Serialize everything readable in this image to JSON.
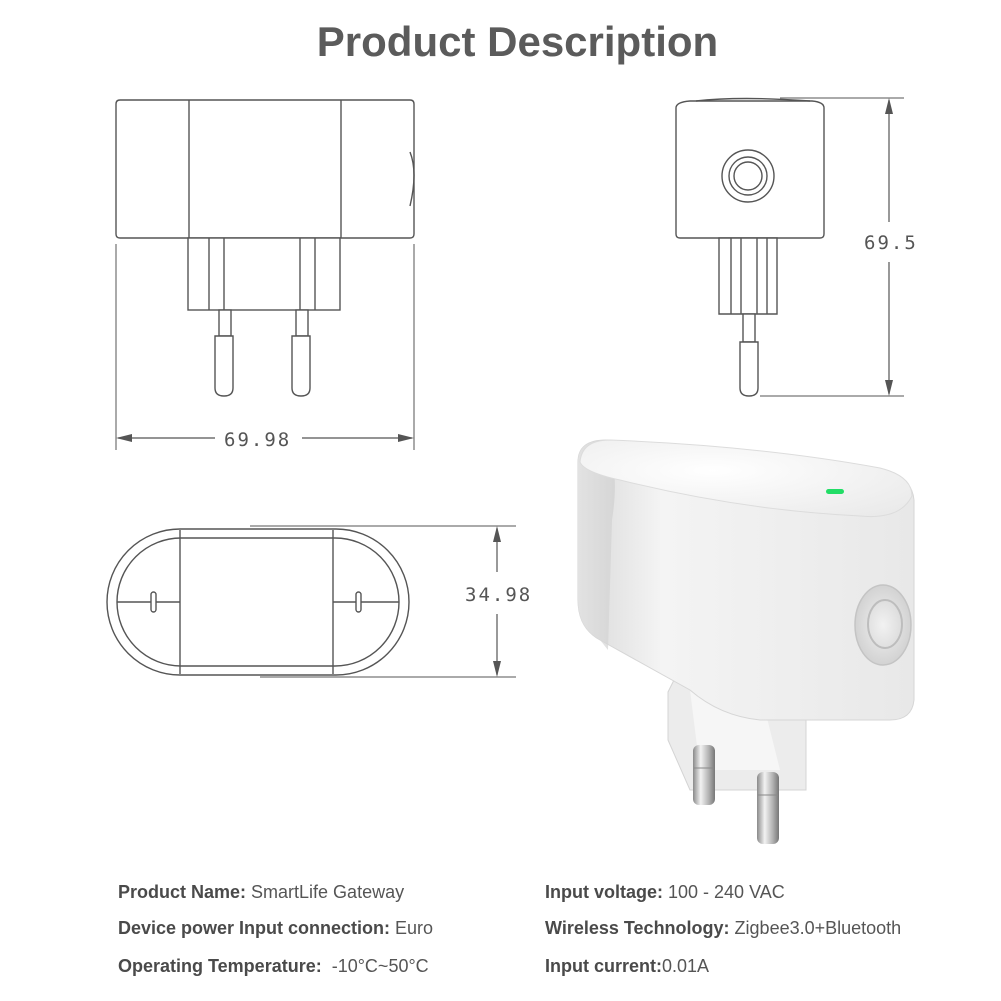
{
  "title": "Product Description",
  "dimensions": {
    "width": "69.98",
    "height": "69.5",
    "depth": "34.98"
  },
  "specs": [
    {
      "label": "Product Name:",
      "value": " SmartLife Gateway"
    },
    {
      "label": "Input voltage:",
      "value": " 100 - 240 VAC"
    },
    {
      "label": "Device power Input connection:",
      "value": " Euro"
    },
    {
      "label": "Wireless Technology:",
      "value": " Zigbee3.0+Bluetooth"
    },
    {
      "label": "Operating Temperature:",
      "value": "  -10°C~50°C"
    },
    {
      "label": "Input current:",
      "value": "0.01A"
    }
  ],
  "colors": {
    "title": "#5b5b5b",
    "line": "#555555",
    "led": "#22dd66"
  }
}
